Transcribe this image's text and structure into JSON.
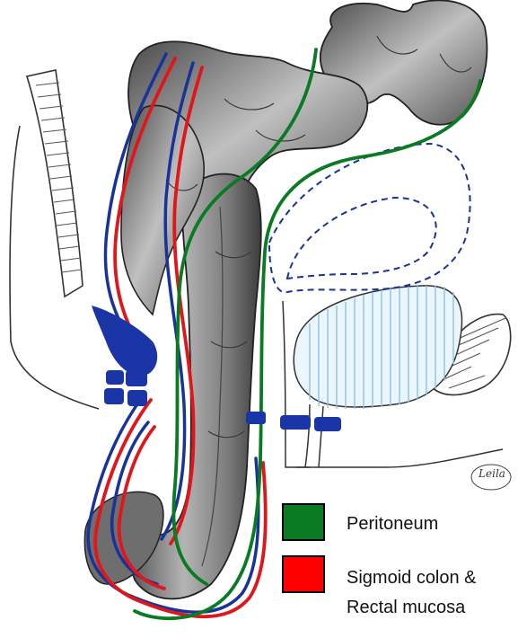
{
  "legend": {
    "items": [
      {
        "label": "Peritoneum",
        "color": "#0a7a23"
      },
      {
        "label": "Sigmoid colon &",
        "label2": "Rectal mucosa",
        "color": "#ff0000"
      }
    ]
  },
  "signature": "Leila",
  "colors": {
    "peritoneum": "#0a7a23",
    "mucosa": "#e0161b",
    "blue_layer": "#18339a",
    "bladder_hatch": "#8cc4e6",
    "pencil": "#333333",
    "bowel_shade": "#8a8a8a"
  }
}
